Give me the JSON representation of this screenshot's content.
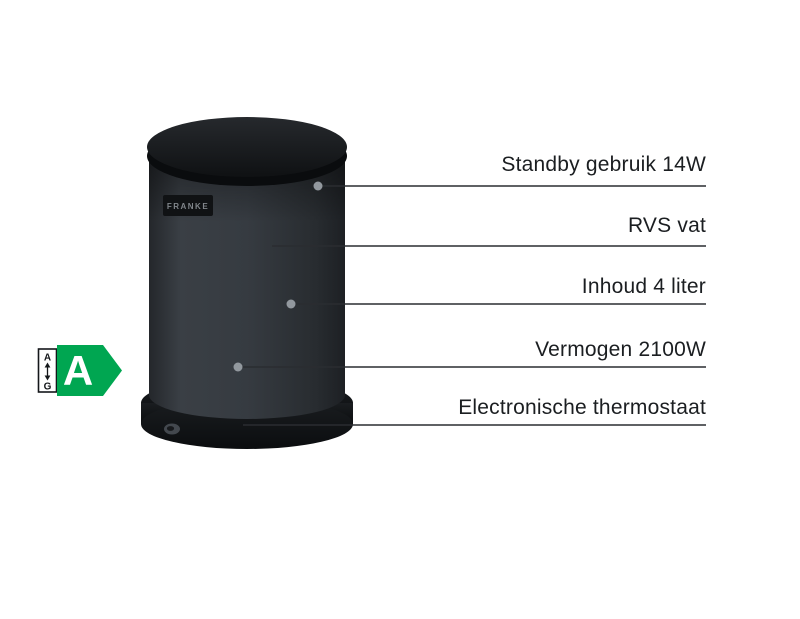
{
  "page": {
    "background": "#ffffff"
  },
  "product": {
    "brand": "FRANKE"
  },
  "energy_label": {
    "rating": "A",
    "scale_min": "A",
    "scale_max": "G",
    "arrow_color": "#00a651",
    "letter_color": "#ffffff"
  },
  "callouts": [
    {
      "label": "Standby gebruik 14W"
    },
    {
      "label": "RVS vat"
    },
    {
      "label": "Inhoud 4 liter"
    },
    {
      "label": "Vermogen 2100W"
    },
    {
      "label": "Electronische thermostaat"
    }
  ]
}
